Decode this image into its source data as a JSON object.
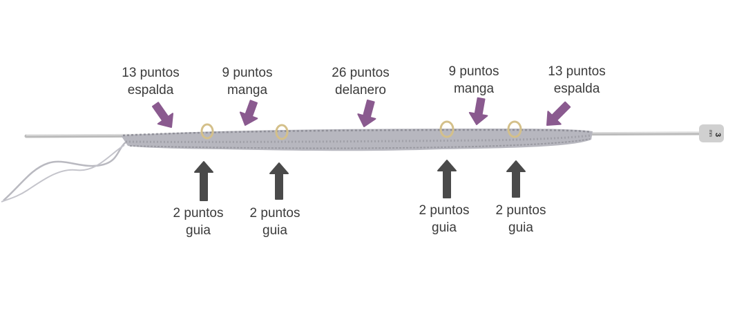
{
  "colors": {
    "background": "#ffffff",
    "top_arrow": "#8a5a8f",
    "bottom_arrow": "#4a4a4a",
    "yarn": "#b9b9c0",
    "needle": "#bcbcbc",
    "marker": "#d4c08a",
    "text": "#3a3a3a"
  },
  "needle_tag": {
    "number": "3",
    "unit": "mm"
  },
  "top_labels": [
    {
      "line1": "13 puntos",
      "line2": "espalda"
    },
    {
      "line1": "9 puntos",
      "line2": "manga"
    },
    {
      "line1": "26 puntos",
      "line2": "delanero"
    },
    {
      "line1": "9 puntos",
      "line2": "manga"
    },
    {
      "line1": "13 puntos",
      "line2": "espalda"
    }
  ],
  "bottom_labels": [
    {
      "line1": "2 puntos",
      "line2": "guia"
    },
    {
      "line1": "2 puntos",
      "line2": "guia"
    },
    {
      "line1": "2 puntos",
      "line2": "guia"
    },
    {
      "line1": "2 puntos",
      "line2": "guia"
    }
  ]
}
